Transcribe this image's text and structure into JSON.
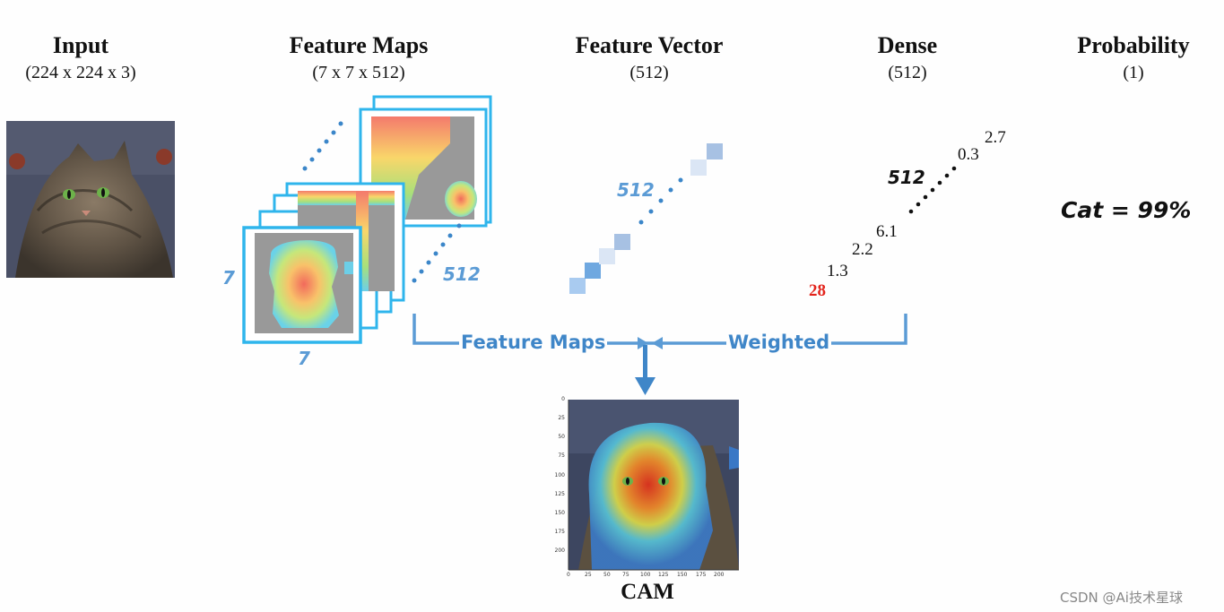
{
  "columns": {
    "input": {
      "title": "Input",
      "subtitle": "(224 x 224 x 3)"
    },
    "feature_maps": {
      "title": "Feature Maps",
      "subtitle": "(7 x 7 x 512)"
    },
    "feature_vector": {
      "title": "Feature Vector",
      "subtitle": "(512)"
    },
    "dense": {
      "title": "Dense",
      "subtitle": "(512)"
    },
    "probability": {
      "title": "Probability",
      "subtitle": "(1)"
    }
  },
  "feature_maps_dims": {
    "height": "7",
    "width": "7",
    "depth": "512"
  },
  "feature_vector_dim": "512",
  "dense_values": {
    "count": "512",
    "v1": "28",
    "v2": "1.3",
    "v3": "2.2",
    "v4": "6.1",
    "v5": "0.3",
    "v6": "2.7"
  },
  "probability_text": "Cat = 99%",
  "flow": {
    "left_label": "Feature Maps",
    "right_label": "Weighted"
  },
  "cam": {
    "title": "CAM",
    "y_ticks": [
      "0",
      "25",
      "50",
      "75",
      "100",
      "125",
      "150",
      "175",
      "200"
    ],
    "x_ticks": [
      "0",
      "25",
      "50",
      "75",
      "100",
      "125",
      "150",
      "175",
      "200"
    ]
  },
  "watermark": "CSDN @Ai技术星球",
  "colors": {
    "accent_blue": "#5b9bd5",
    "frame_blue": "#2fb5ec",
    "red_value": "#e3231b"
  }
}
